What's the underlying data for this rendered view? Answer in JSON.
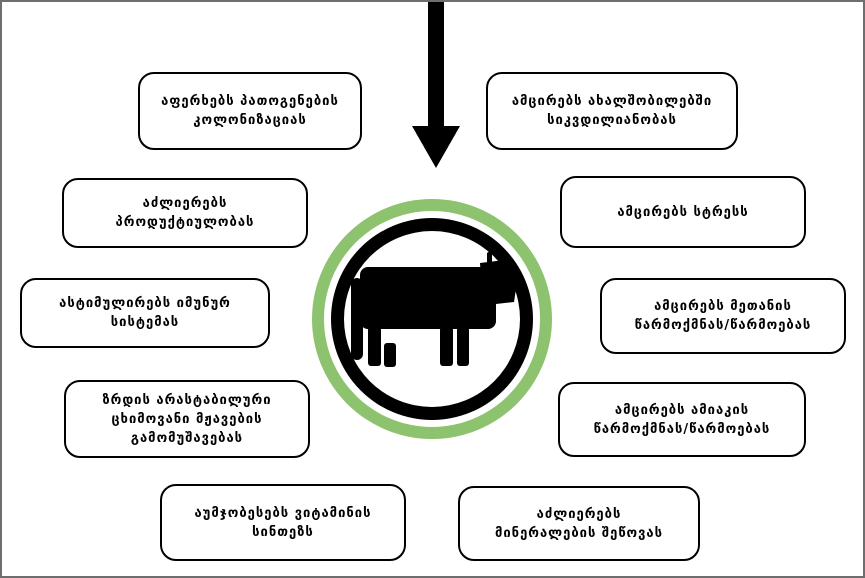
{
  "colors": {
    "ring_outer": "#8dc26f",
    "ring_black": "#000000",
    "cow": "#000000",
    "border": "#000000",
    "frame": "#6e6e6e"
  },
  "icons": {
    "center": "cow-icon",
    "arrow": "down-arrow-icon"
  },
  "effects": {
    "left": [
      "აფერხებს პათოგენების\nკოლონიზაციას",
      "აძლიერებს\nპროდუქტიულობას",
      "ასტიმულირებს იმუნურ\nსისტემას",
      "ზრდის არასტაბილური\nცხიმოვანი მჟავების\nგამომუშავებას",
      "აუმჯობესებს ვიტამინის\nსინთეზს"
    ],
    "right": [
      "ამცირებს ახალშობილებში\nსიკვდილიანობას",
      "ამცირებს სტრესს",
      "ამცირებს მეთანის\nწარმოქმნას/წარმოებას",
      "ამცირებს ამიაკის\nწარმოქმნას/წარმოებას",
      "აძლიერებს\nმინერალების შეწოვას"
    ]
  }
}
